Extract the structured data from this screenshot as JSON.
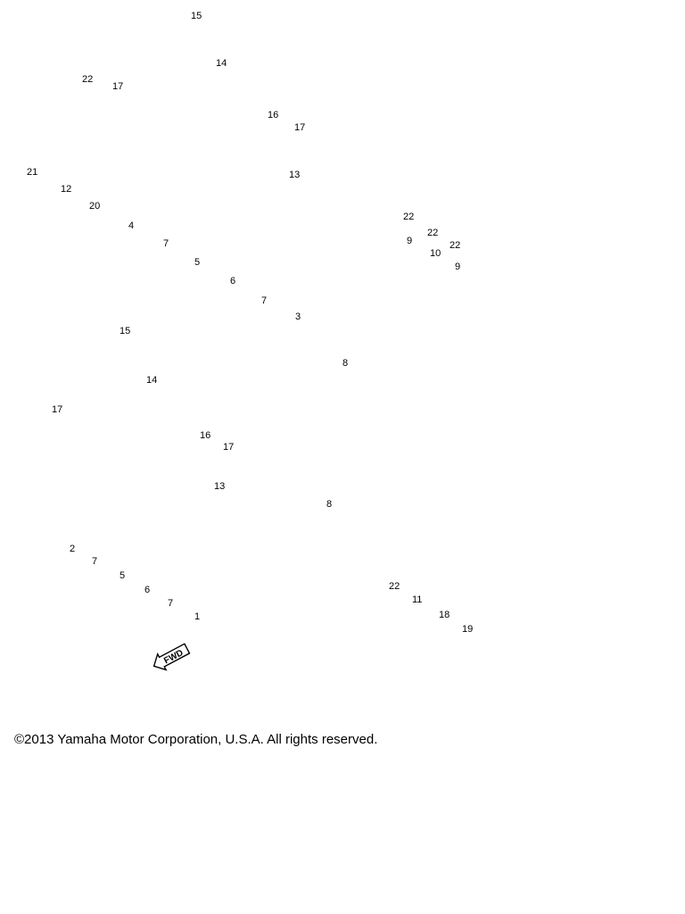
{
  "diagram": {
    "callouts": [
      "15",
      "17",
      "22",
      "14",
      "16",
      "17",
      "13",
      "21",
      "12",
      "20",
      "4",
      "7",
      "5",
      "6",
      "7",
      "3",
      "22",
      "9",
      "22",
      "10",
      "22",
      "9",
      "8",
      "15",
      "14",
      "17",
      "16",
      "17",
      "13",
      "2",
      "7",
      "5",
      "6",
      "7",
      "1",
      "8",
      "22",
      "11",
      "18",
      "19"
    ],
    "fwd_label": "FWD"
  },
  "footer": {
    "copyright": "©2013 Yamaha Motor Corporation, U.S.A. All rights reserved."
  }
}
